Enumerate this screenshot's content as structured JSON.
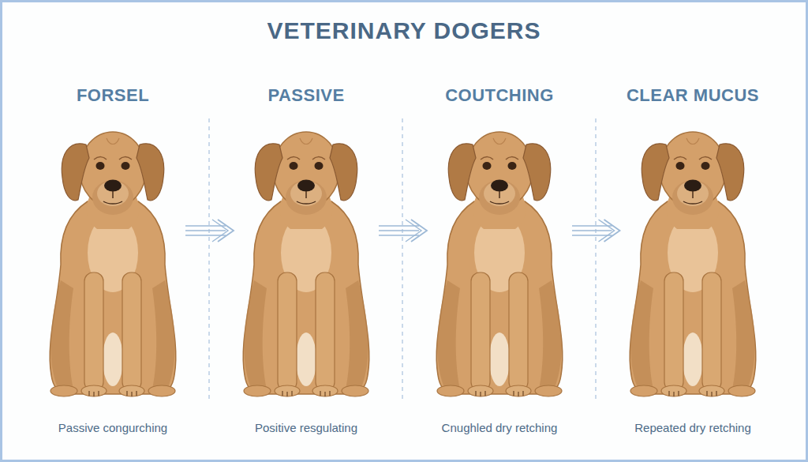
{
  "diagram": {
    "title": "VETERINARY DOGERS",
    "nodes": [
      {
        "text": [
          "FORSEL",
          "Passive congurching"
        ]
      },
      {
        "text": [
          "PASSIVE",
          "Positive resgulating"
        ]
      },
      {
        "text": [
          "COUTCHING",
          "Cnughled dry retching"
        ]
      },
      {
        "text": [
          "CLEAR MUCUS",
          "Repeated dry retching"
        ]
      }
    ],
    "edges": [
      {
        "from": 0,
        "to": 1,
        "arrow": "to"
      },
      {
        "from": 1,
        "to": 2,
        "arrow": "to"
      },
      {
        "from": 2,
        "to": 3,
        "arrow": "to"
      }
    ]
  }
}
